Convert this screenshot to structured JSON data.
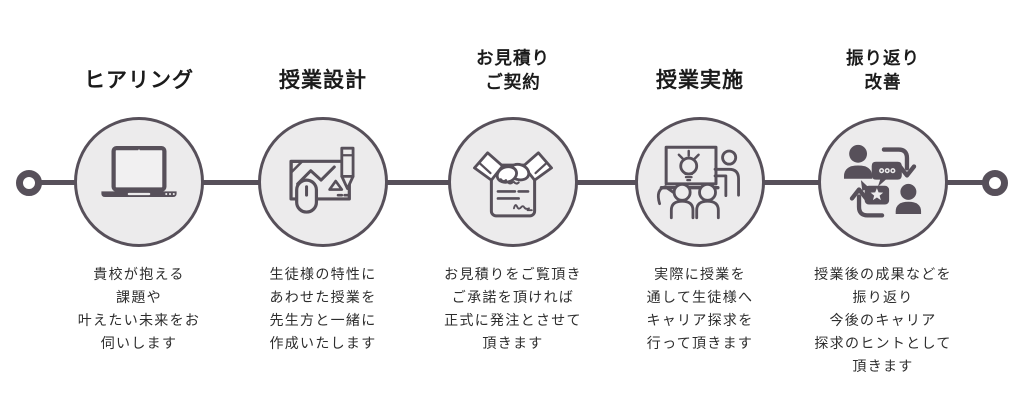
{
  "diagram": {
    "colors": {
      "accent_stroke": "#57505A",
      "circle_fill": "#ECEBEC",
      "background": "#FFFFFF",
      "title_text": "#1B1B1B",
      "description_text": "#2D2D2D"
    },
    "timeline": {
      "endpoints": "ring",
      "direction": "horizontal"
    },
    "steps": [
      {
        "title": "ヒアリング",
        "description": "貴校が抱える\n課題や\n叶えたい未来をお\n伺いします",
        "icon": "laptop-icon"
      },
      {
        "title": "授業設計",
        "description": "生徒様の特性に\nあわせた授業を\n先生方と一緒に\n作成いたします",
        "icon": "lesson-design-icon"
      },
      {
        "title": "お見積り\nご契約",
        "description": "お見積りをご覧頂き\nご承諾を頂ければ\n正式に発注とさせて\n頂きます",
        "icon": "handshake-contract-icon"
      },
      {
        "title": "授業実施",
        "description": "実際に授業を\n通して生徒様へ\nキャリア探求を\n行って頂きます",
        "icon": "presentation-icon"
      },
      {
        "title": "振り返り\n改善",
        "description": "授業後の成果などを\n振り返り\n今後のキャリア\n探求のヒントとして\n頂きます",
        "icon": "feedback-cycle-icon"
      }
    ]
  }
}
